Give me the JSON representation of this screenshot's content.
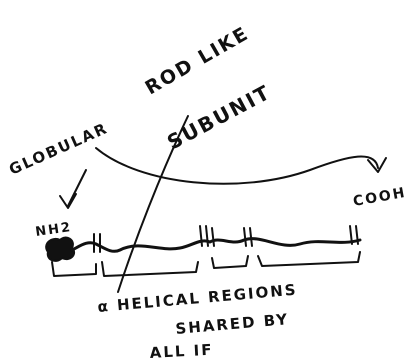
{
  "labels": {
    "rod_like": "ROD LIKE",
    "subunit": "SUBUNIT",
    "globular": "GLOBULAR",
    "nh2": "NH2",
    "cooh": "COOH",
    "helical_line1": "α HELICAL REGIONS",
    "helical_line2": "SHARED BY",
    "helical_line3": "ALL IF"
  },
  "colors": {
    "ink": "#111111",
    "paper": "#ffffff"
  }
}
